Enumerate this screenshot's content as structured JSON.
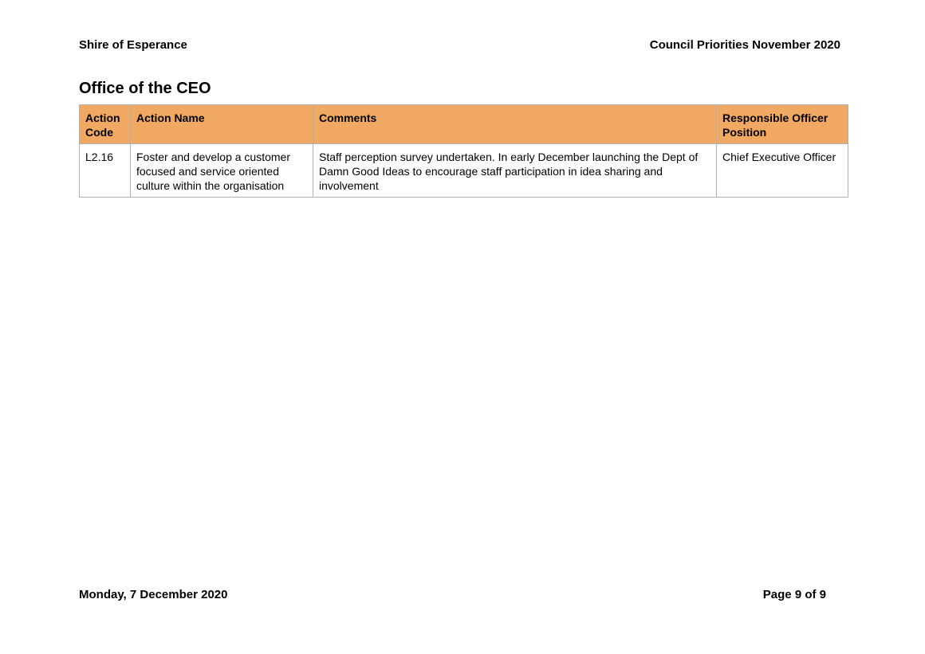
{
  "header": {
    "organisation": "Shire of Esperance",
    "report_title": "Council Priorities November 2020"
  },
  "section": {
    "title": "Office of the CEO"
  },
  "table": {
    "columns": {
      "action_code": "Action Code",
      "action_name": "Action Name",
      "comments": "Comments",
      "responsible_officer": "Responsible Officer Position"
    },
    "rows": [
      {
        "action_code": "L2.16",
        "action_name": "Foster and develop a customer focused and service oriented culture within the organisation",
        "comments": "Staff perception survey undertaken. In early December launching the Dept of Damn Good Ideas to encourage staff participation in idea sharing and involvement",
        "responsible_officer": "Chief Executive Officer"
      }
    ]
  },
  "footer": {
    "date": "Monday, 7 December 2020",
    "page": "Page 9 of 9"
  }
}
